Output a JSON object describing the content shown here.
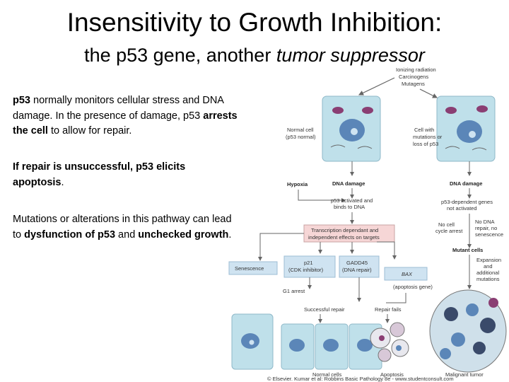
{
  "title": "Insensitivity to Growth Inhibition:",
  "subtitle": {
    "normal": "the p53 gene, another ",
    "italic": "tumor suppressor"
  },
  "paragraphs": {
    "p1": {
      "a": "p53",
      "b": " normally monitors cellular stress and DNA damage.  In the presence of damage, p53 ",
      "c": "arrests the cell",
      "d": " to allow for repair."
    },
    "p2": {
      "a": "If repair is unsuccessful, p53 elicits apoptosis",
      "b": "."
    },
    "p3": {
      "a": "Mutations or alterations in this pathway can lead to ",
      "b": "dysfunction of p53",
      "c": " and ",
      "d": "unchecked growth",
      "e": "."
    }
  },
  "diagram": {
    "ionizing": [
      "Ionizing radiation",
      "Carcinogens",
      "Mutagens"
    ],
    "normal_cell": [
      "Normal cell",
      "(p53 normal)"
    ],
    "mutant_cell": [
      "Cell with",
      "mutations or",
      "loss of p53"
    ],
    "hypoxia": "Hypoxia",
    "dna_damage_left": "DNA damage",
    "dna_damage_right": "DNA damage",
    "p53_activated": [
      "p53 activated and",
      "binds to DNA"
    ],
    "p53_not_activated": [
      "p53-dependent genes",
      "not activated"
    ],
    "transcription": [
      "Transcription dependant and",
      "independent effects on targets"
    ],
    "no_cell_cycle_arrest": [
      "No cell",
      "cycle arrest"
    ],
    "no_dna_repair": [
      "No DNA",
      "repair, no",
      "senescence"
    ],
    "senescence": "Senescence",
    "p21": [
      "p21",
      "(CDK inhibitor)"
    ],
    "gadd45": [
      "GADD45",
      "(DNA repair)"
    ],
    "bax": "BAX",
    "apoptosis_gene": "(apoptosis gene)",
    "mutant_cells": "Mutant cells",
    "expansion": [
      "Expansion",
      "and",
      "additional",
      "mutations"
    ],
    "g1_arrest": "G1 arrest",
    "successful_repair": "Successful repair",
    "repair_fails": "Repair fails",
    "normal_cells": "Normal cells",
    "apoptosis": "Apoptosis",
    "malignant_tumor": "Malignant tumor",
    "copyright": "© Elsevier. Kumar et al: Robbins Basic Pathology 8e - www.studentconsult.com"
  },
  "colors": {
    "cell_fill": "#bfe0ea",
    "nucleus": "#5b86b8",
    "mito": "#8a3e73",
    "box_pink": "#f6d6d6",
    "box_blue": "#cfe3f1",
    "arrow": "#666666"
  }
}
